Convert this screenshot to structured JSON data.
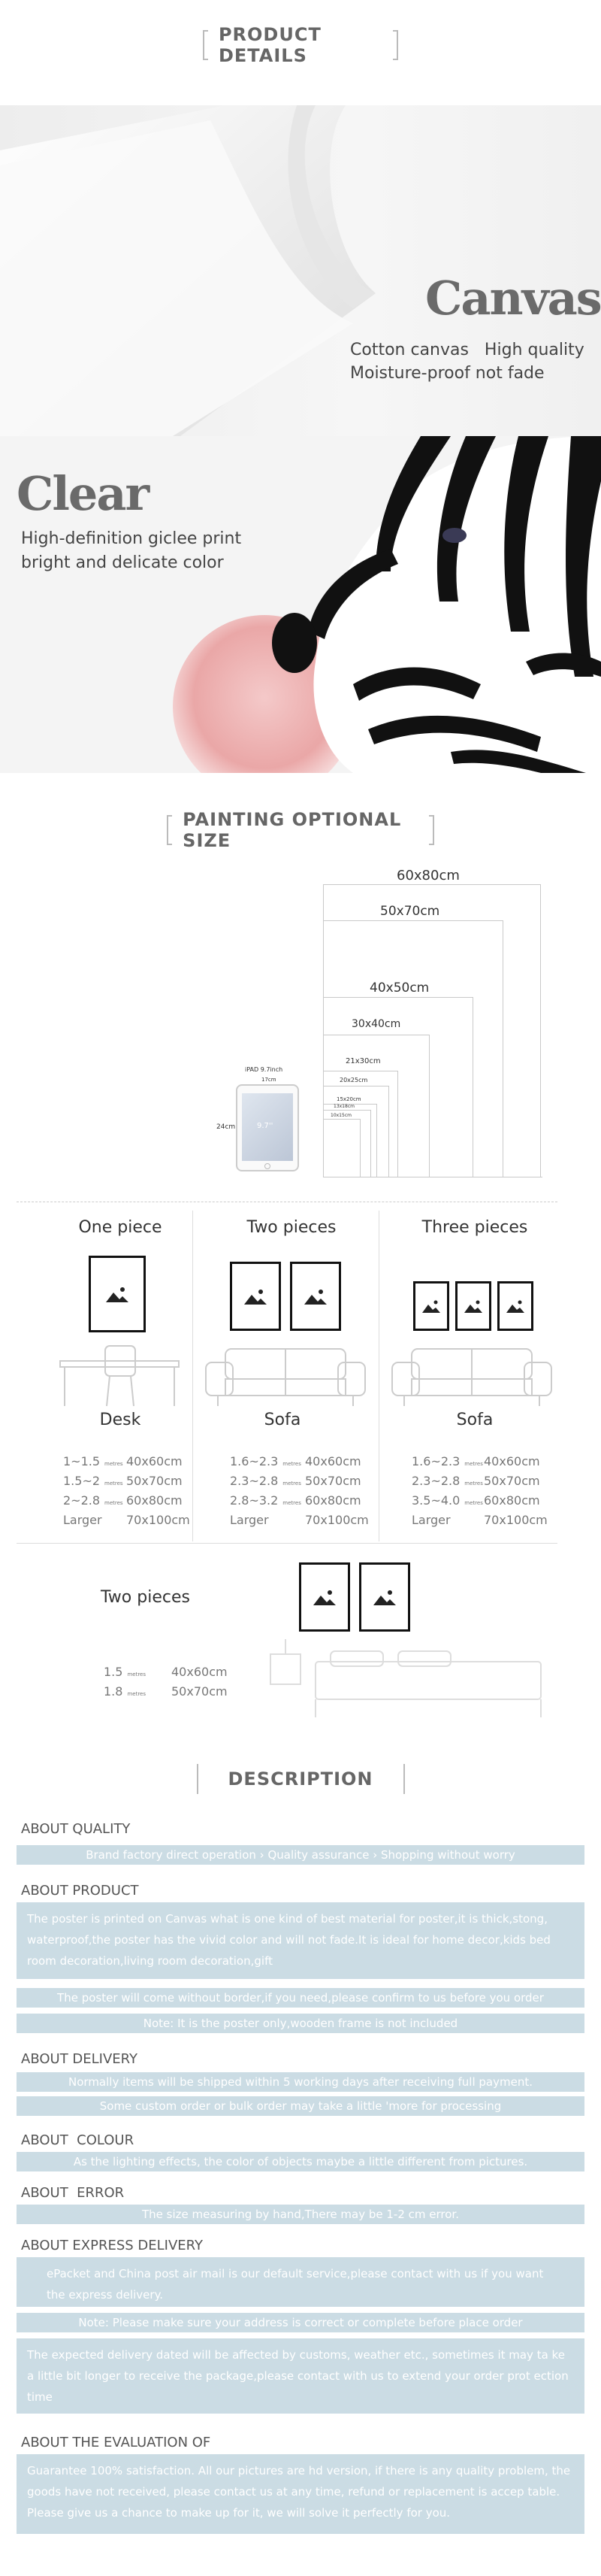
{
  "sections": {
    "product_details": "PRODUCT DETAILS",
    "painting_size": "PAINTING OPTIONAL SIZE",
    "description": "DESCRIPTION"
  },
  "canvas": {
    "word": "Canvas",
    "line1": "Cotton canvas   High quality",
    "line2": "Moisture-proof not fade"
  },
  "clear": {
    "word": "Clear",
    "line1": "High-definition giclee print",
    "line2": "bright and delicate color"
  },
  "sizes": {
    "s1": "60x80cm",
    "s2": "50x70cm",
    "s3": "40x50cm",
    "s4": "30x40cm",
    "s5": "21x30cm",
    "s6": "20x25cm",
    "s7": "15x20cm",
    "s8": "13x18cm",
    "s9": "10x15cm",
    "ipad": "iPAD 9.7inch",
    "ipad_w": "17cm",
    "ipad_h": "24cm",
    "ipad_screen": "9.7''"
  },
  "pieces": {
    "one": {
      "title": "One piece",
      "label": "Desk",
      "rows": [
        [
          "1~1.5",
          "metres",
          "40x60cm"
        ],
        [
          "1.5~2",
          "metres",
          "50x70cm"
        ],
        [
          "2~2.8",
          "metres",
          "60x80cm"
        ],
        [
          "Larger",
          "",
          "70x100cm"
        ]
      ]
    },
    "two": {
      "title": "Two pieces",
      "label": "Sofa",
      "rows": [
        [
          "1.6~2.3",
          "metres",
          "40x60cm"
        ],
        [
          "2.3~2.8",
          "metres",
          "50x70cm"
        ],
        [
          "2.8~3.2",
          "metres",
          "60x80cm"
        ],
        [
          "Larger",
          "",
          "70x100cm"
        ]
      ]
    },
    "three": {
      "title": "Three pieces",
      "label": "Sofa",
      "rows": [
        [
          "1.6~2.3",
          "metres",
          "40x60cm"
        ],
        [
          "2.3~2.8",
          "metres",
          "50x70cm"
        ],
        [
          "3.5~4.0",
          "metres",
          "60x80cm"
        ],
        [
          "Larger",
          "",
          "70x100cm"
        ]
      ]
    },
    "bed": {
      "title": "Two pieces",
      "rows": [
        [
          "1.5",
          "metres",
          "40x60cm"
        ],
        [
          "1.8",
          "metres",
          "50x70cm"
        ]
      ]
    }
  },
  "desc": {
    "quality_h": "ABOUT QUALITY",
    "quality_bar": "Brand factory direct operation ›   Quality assurance ›   Shopping without worry",
    "product_h": "ABOUT PRODUCT",
    "product_p": "The poster is printed on Canvas what is one kind of best material for poster,it is thick,stong, waterproof,the poster has the vivid color and will not fade.It is ideal for home decor,kids bed room decoration,living room decoration,gift",
    "product_b1": "The poster will come without border,if you need,please confirm to us before you order",
    "product_b2": "Note: It is the poster only,wooden frame is not included",
    "delivery_h": "ABOUT DELIVERY",
    "delivery_b1": "Normally items will be shipped within 5 working days after receiving full payment.",
    "delivery_b2": "Some custom order or bulk order may take a little 'more for processing",
    "colour_h": "ABOUT  COLOUR",
    "colour_b": "As the lighting effects, the color of objects maybe a little different from pictures.",
    "error_h": "ABOUT  ERROR",
    "error_b": "The size measuring by hand,There may be 1-2 cm error.",
    "express_h": "ABOUT EXPRESS DELIVERY",
    "express_p": "ePacket and China post air mail is our default service,please contact with us if you want the express delivery.",
    "express_b": "Note: Please make sure your address is correct or complete before place order",
    "express_p2": "The expected delivery dated will be affected by customs, weather etc., sometimes it may ta ke a little bit longer to receive the package,please contact with us to extend your order prot ection time",
    "eval_h": "ABOUT THE EVALUATION OF",
    "eval_p": "Guarantee 100% satisfaction. All our pictures are hd version, if there is any quality problem, the goods have not received, please contact us at any time, refund or replacement is accep table. Please give us a chance to make up for it, we will solve it perfectly for you."
  }
}
